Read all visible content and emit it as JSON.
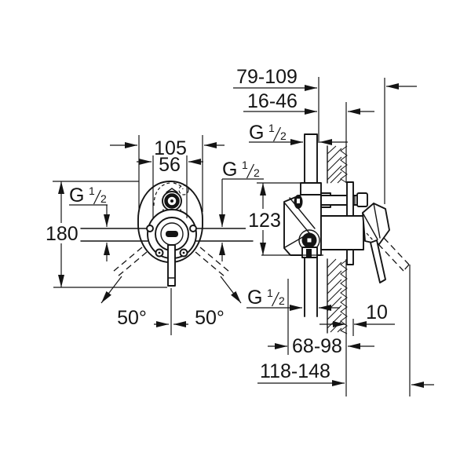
{
  "drawing": {
    "labels": {
      "r79_109": "79-109",
      "r16_46": "16-46",
      "w105": "105",
      "w56": "56",
      "h180": "180",
      "h123": "123",
      "o10": "10",
      "r68_98": "68-98",
      "r118_148": "118-148",
      "angle_left": "50°",
      "angle_right": "50°"
    },
    "thread_label": {
      "prefix": "G",
      "numerator": "1",
      "denominator": "2"
    },
    "line_color": "#141414",
    "background_color": "#ffffff"
  }
}
